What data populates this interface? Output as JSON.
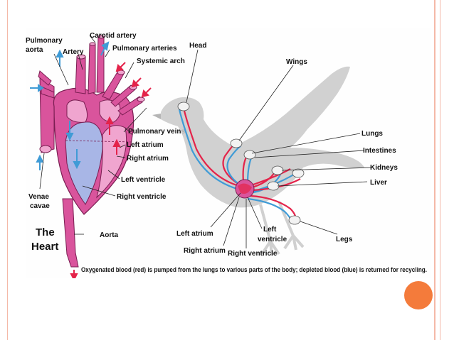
{
  "heart_labels": {
    "pulmonary_aorta_1": "Pulmonary",
    "pulmonary_aorta_2": "aorta",
    "artery": "Artery",
    "carotid_artery": "Carotid artery",
    "pulmonary_arteries": "Pulmonary arteries",
    "systemic_arch": "Systemic arch",
    "pulmonary_veins": "Pulmonary veins",
    "left_atrium": "Left atrium",
    "right_atrium": "Right atrium",
    "left_ventricle": "Left ventricle",
    "right_ventricle": "Right ventricle",
    "venae_cavae_1": "Venae",
    "venae_cavae_2": "cavae",
    "aorta": "Aorta",
    "title_1": "The",
    "title_2": "Heart"
  },
  "bird_labels": {
    "head": "Head",
    "wings": "Wings",
    "lungs": "Lungs",
    "intestines": "Intestines",
    "kidneys": "Kidneys",
    "liver": "Liver",
    "legs": "Legs",
    "left_atrium": "Left atrium",
    "left_ventricle_1": "Left",
    "left_ventricle_2": "ventricle",
    "right_atrium": "Right atrium",
    "right_ventricle": "Right ventricle"
  },
  "caption": "Oxygenated blood (red) is pumped from the lungs to various parts of the body; depleted blood (blue) is returned for recycling.",
  "colors": {
    "heart_pink": "#d9549c",
    "heart_light": "#f0a5cf",
    "oxygenated": "#e4234a",
    "deoxygenated": "#3f9bd6",
    "bird_silhouette": "#c9c9c9",
    "accent_orange": "#f47b3b",
    "border": "#f4b9a8"
  }
}
